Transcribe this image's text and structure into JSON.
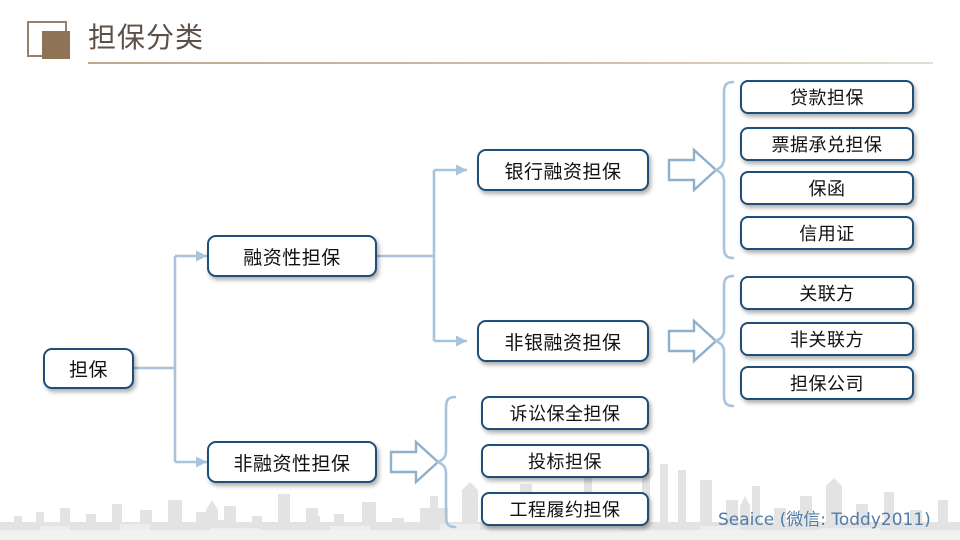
{
  "slide": {
    "title": "担保分类",
    "watermark": "Seaice (微信: Toddy2011)"
  },
  "diagram": {
    "root": {
      "label": "担保"
    },
    "branches": [
      {
        "label": "融资性担保",
        "children": [
          {
            "label": "银行融资担保",
            "leaves": [
              "贷款担保",
              "票据承兑担保",
              "保函",
              "信用证"
            ]
          },
          {
            "label": "非银融资担保",
            "leaves": [
              "关联方",
              "非关联方",
              "担保公司"
            ]
          }
        ]
      },
      {
        "label": "非融资性担保",
        "children": [],
        "leaves": [
          "诉讼保全担保",
          "投标担保",
          "工程履约担保"
        ]
      }
    ]
  },
  "colors": {
    "node_border": "#1f4e79",
    "connector": "#a8c4dd",
    "arrow_outline": "#8fb0cd",
    "title_text": "#5c5048",
    "logo_fill": "#8e7355",
    "logo_outline": "#9a7f62",
    "watermark": "#4f7ca8",
    "skyline": "#e2e2e2"
  }
}
